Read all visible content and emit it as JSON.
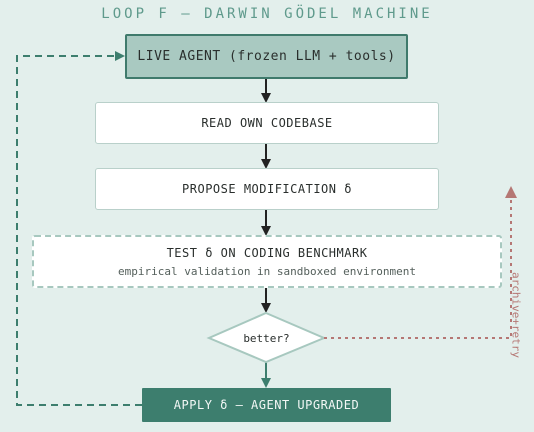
{
  "title": "LOOP F — DARWIN GÖDEL MACHINE",
  "nodes": {
    "live_agent": "LIVE AGENT (frozen LLM + tools)",
    "read_codebase": "READ OWN CODEBASE",
    "propose": "PROPOSE MODIFICATION δ",
    "test_title": "TEST δ ON CODING BENCHMARK",
    "test_subtitle": "empirical validation in sandboxed environment",
    "decision": "better?",
    "apply": "APPLY δ — AGENT UPGRADED"
  },
  "side_label": "archive+retry",
  "colors": {
    "background": "#e3efec",
    "live_agent_fill": "#a9c9c1",
    "apply_fill": "#3d7e6e",
    "feedback_teal": "#3d7e6e",
    "retry_red": "#b57774",
    "arrow": "#222222"
  }
}
